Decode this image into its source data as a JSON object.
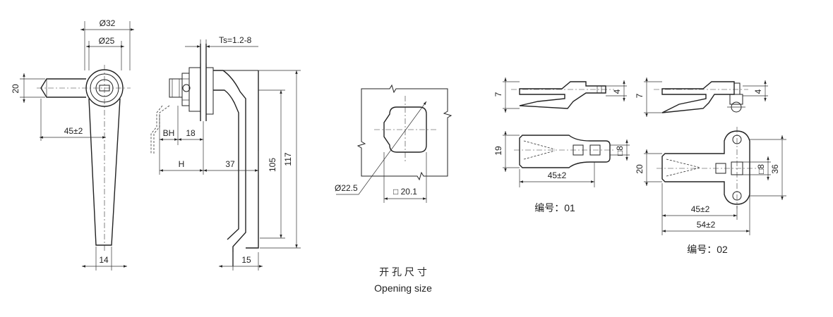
{
  "colors": {
    "line": "#222222",
    "background": "#ffffff"
  },
  "front_view": {
    "dia_outer": "Ø32",
    "dia_inner": "Ø25",
    "height": "20",
    "length": "45±2",
    "handle_width": "14"
  },
  "side_view": {
    "thickness": "Ts=1.2-8",
    "bh": "BH",
    "d18": "18",
    "h": "H",
    "d37": "37",
    "d105": "105",
    "d117": "117",
    "d15": "15"
  },
  "opening": {
    "diameter": "Ø22.5",
    "square": "□ 20.1",
    "caption_cn": "开 孔 尺 寸",
    "caption_en": "Opening size"
  },
  "cam01": {
    "t7": "7",
    "t4": "4",
    "w19": "19",
    "sq8": "□8",
    "len45": "45±2",
    "label": "编号：01"
  },
  "cam02": {
    "t7": "7",
    "t4": "4",
    "w20": "20",
    "sq8": "□8",
    "w36": "36",
    "len45": "45±2",
    "len54": "54±2",
    "label": "编号：02"
  }
}
